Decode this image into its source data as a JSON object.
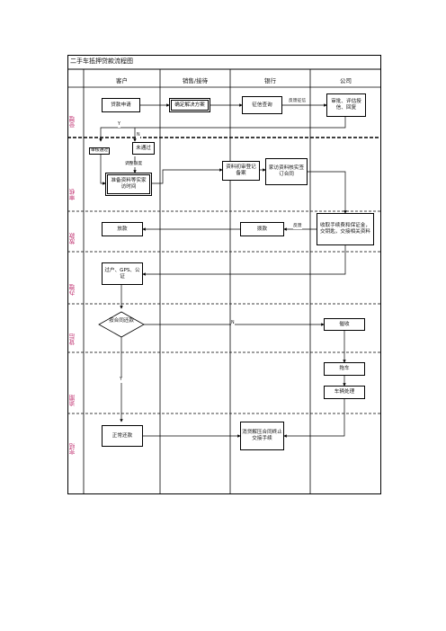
{
  "title": "二手车抵押贷款流程图",
  "columns": [
    "客户",
    "销售/接待",
    "银行",
    "公司"
  ],
  "lanes": [
    "受理",
    "审核",
    "放款",
    "办理",
    "贷后",
    "逾期",
    "完结"
  ],
  "nodes": {
    "apply": "贷款申请",
    "plan": "确定解决方案",
    "credit_check": "征信查询",
    "review": "审批、评估授信、回复",
    "not_passed": "未通过",
    "prepare": "准备资料等实家访时间",
    "bank_register": "资料初审登记备案",
    "home_visit": "家访资料核实签订合同",
    "collect_fee": "收取手续费和保证金，交钥匙，交接相关资料",
    "disburse": "拨款",
    "release": "放款",
    "transfer": "过户、GPS、公证",
    "on_time": "按合同还款",
    "collect": "催收",
    "seize": "拖车",
    "vehicle_handle": "车辆处理",
    "normal_repay": "正常还款",
    "close": "消贷解压合同终止交接手续"
  },
  "edge_labels": {
    "feedback_credit": "反馈征信",
    "y1": "Y",
    "n1": "N",
    "review_passed": "审核通过",
    "adjust": "调整额度",
    "feedback": "反馈",
    "n2": "N",
    "y2": "Y"
  }
}
